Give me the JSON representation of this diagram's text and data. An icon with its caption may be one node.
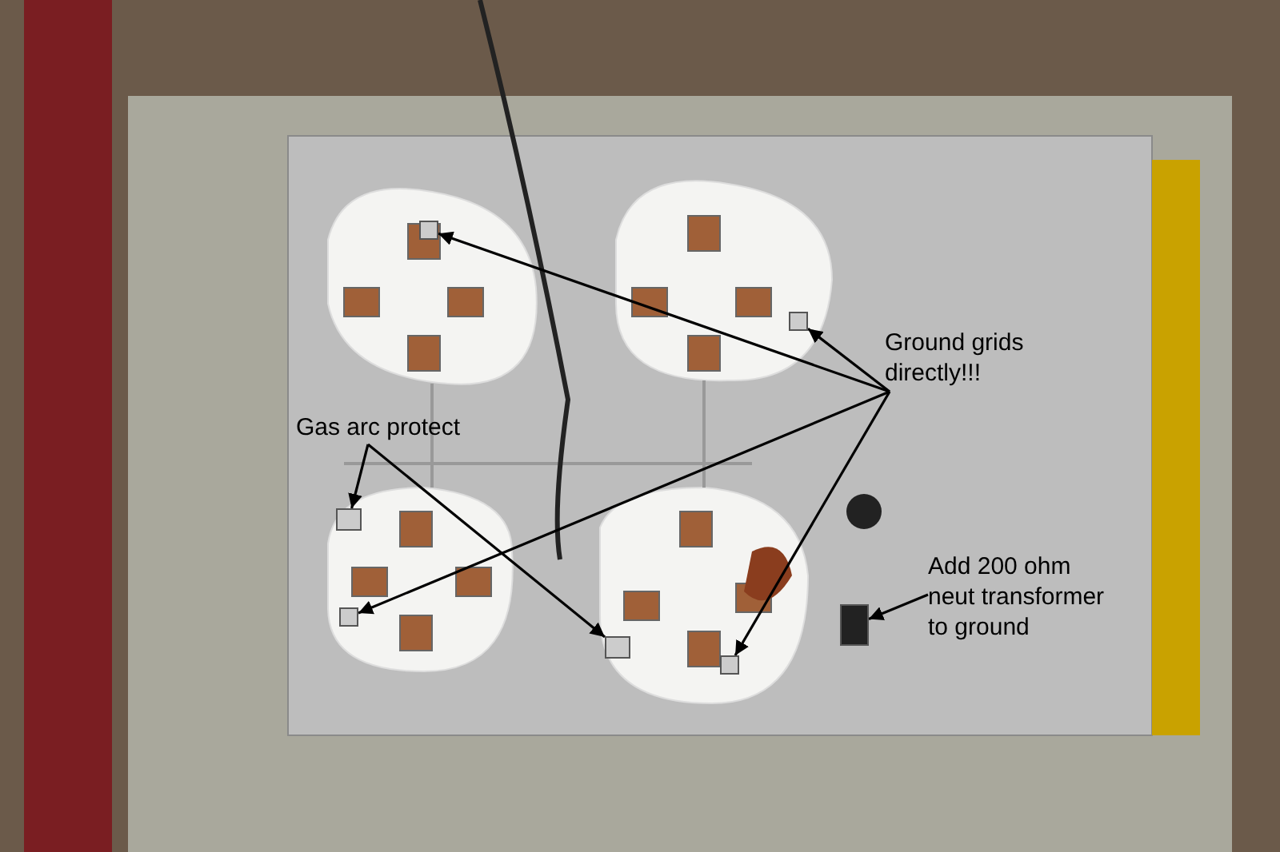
{
  "diagram": {
    "nodes": [
      {
        "text": [
          "Gas arc protect"
        ]
      },
      {
        "text": [
          "Ground grids directly!!!"
        ]
      },
      {
        "text": [
          "Add 200 ohm neut transformer to ground"
        ]
      },
      {
        "text": [],
        "shape": "box"
      },
      {
        "text": [],
        "shape": "box"
      },
      {
        "text": [],
        "shape": "box"
      },
      {
        "text": [],
        "shape": "box"
      },
      {
        "text": [],
        "shape": "box"
      },
      {
        "text": [],
        "shape": "box"
      },
      {
        "text": [],
        "shape": "box"
      }
    ],
    "edges": [
      {
        "from": 1,
        "to": 3,
        "arrow": "to"
      },
      {
        "from": 1,
        "to": 4,
        "arrow": "to"
      },
      {
        "from": 1,
        "to": 5,
        "arrow": "to"
      },
      {
        "from": 1,
        "to": 6,
        "arrow": "to"
      },
      {
        "from": 0,
        "to": 7,
        "arrow": "to"
      },
      {
        "from": 0,
        "to": 8,
        "arrow": "to"
      },
      {
        "from": 2,
        "to": 9,
        "arrow": "to"
      }
    ]
  }
}
